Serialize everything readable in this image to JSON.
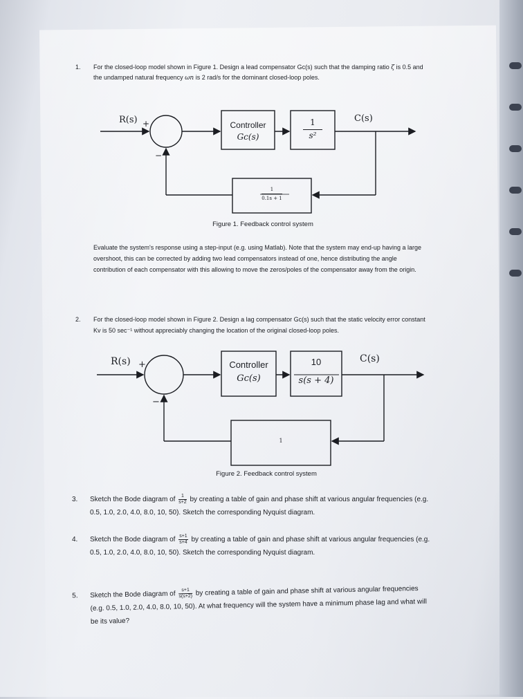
{
  "q1": {
    "num": "1.",
    "text_pre": "For the closed-loop model shown in Figure 1. Design a lead compensator Gc(s) such that the damping ratio ",
    "zeta": "ζ",
    "text_mid": " is 0.5 and the undamped natural frequency ",
    "omega": "ωn",
    "text_post": " is 2 rad/s for the dominant closed-loop poles."
  },
  "fig1": {
    "r": "R(s)",
    "plus": "+",
    "minus": "−",
    "ctrl_line1": "Controller",
    "ctrl_line2": "Gc(s)",
    "plant_num": "1",
    "plant_den": "s²",
    "out": "C(s)",
    "fb_num": "1",
    "fb_den": "0.1s + 1",
    "caption": "Figure 1. Feedback control system"
  },
  "evaluate": "Evaluate the system's response using a step-input (e.g. using Matlab). Note that the system may end-up having a large overshoot, this can be corrected by adding two lead compensators instead of one, hence distributing the angle contribution of each compensator with this allowing to move the zeros/poles of the compensator away from the origin.",
  "q2": {
    "num": "2.",
    "text": "For the closed-loop model shown in Figure 2. Design a lag compensator Gc(s) such that the static velocity error constant Kv is 50 sec⁻¹ without appreciably changing the location of the original closed-loop poles."
  },
  "fig2": {
    "r": "R(s)",
    "plus": "+",
    "minus": "−",
    "ctrl_line1": "Controller",
    "ctrl_line2": "Gc(s)",
    "plant_num": "10",
    "plant_den": "s(s + 4)",
    "out": "C(s)",
    "fb": "1",
    "caption": "Figure 2. Feedback control system"
  },
  "q3": {
    "num": "3.",
    "pre": "Sketch the Bode diagram of",
    "frac_num": "1",
    "frac_den": "s+2",
    "post": "by creating a table of gain and phase shift at various angular frequencies (e.g. 0.5, 1.0, 2.0, 4.0, 8.0, 10, 50). Sketch the corresponding Nyquist diagram."
  },
  "q4": {
    "num": "4.",
    "pre": "Sketch the Bode diagram of",
    "frac_num": "s+1",
    "frac_den": "s+4",
    "post": "by creating a table of gain and phase shift at various angular frequencies (e.g. 0.5, 1.0, 2.0, 4.0, 8.0, 10, 50). Sketch the corresponding Nyquist diagram."
  },
  "q5": {
    "num": "5.",
    "pre": "Sketch the Bode diagram of",
    "frac_num": "s+1",
    "frac_den": "s(s+2)",
    "post": "by creating a table of gain and phase shift at various angular frequencies (e.g. 0.5, 1.0, 2.0, 4.0, 8.0, 10, 50). At what frequency will the system have a minimum phase lag and what will be its value?"
  }
}
